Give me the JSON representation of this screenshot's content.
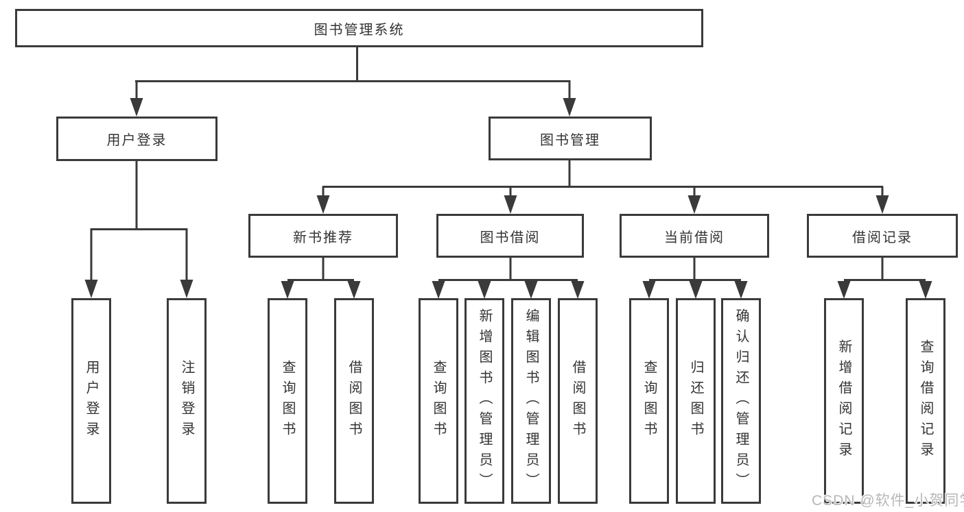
{
  "tree": {
    "label": "图书管理系统",
    "children": [
      {
        "label": "用户登录",
        "children": [
          {
            "label": "用户登录"
          },
          {
            "label": "注销登录"
          }
        ]
      },
      {
        "label": "图书管理",
        "children": [
          {
            "label": "新书推荐",
            "children": [
              {
                "label": "查询图书"
              },
              {
                "label": "借阅图书"
              }
            ]
          },
          {
            "label": "图书借阅",
            "children": [
              {
                "label": "查询图书"
              },
              {
                "label": "新增图书（管理员）"
              },
              {
                "label": "编辑图书（管理员）"
              },
              {
                "label": "借阅图书"
              }
            ]
          },
          {
            "label": "当前借阅",
            "children": [
              {
                "label": "查询图书"
              },
              {
                "label": "归还图书"
              },
              {
                "label": "确认归还（管理员）"
              }
            ]
          },
          {
            "label": "借阅记录",
            "children": [
              {
                "label": "新增借阅记录"
              },
              {
                "label": "查询借阅记录"
              }
            ]
          }
        ]
      }
    ]
  },
  "watermark": {
    "text": "CSDN @软件_小贺同学"
  },
  "colors": {
    "line": "#3a3a3a",
    "text": "#333333",
    "box_background": "#ffffff",
    "page_background": "#ffffff",
    "watermark": "#b7b7b7"
  }
}
